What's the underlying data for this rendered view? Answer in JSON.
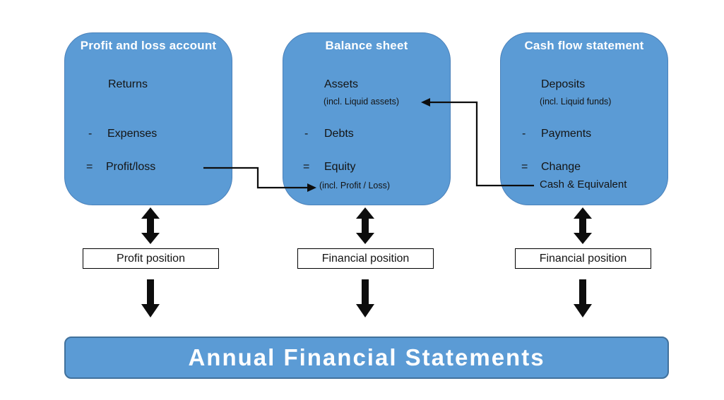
{
  "colors": {
    "panel_blue": "#5b9bd5",
    "panel_border": "#4a81ba",
    "footer_border": "#41719c",
    "arrow_black": "#0d0d0d",
    "text_dark": "#141414",
    "text_white": "#ffffff"
  },
  "panels": [
    {
      "title": "Profit and loss account",
      "row1": {
        "label": "Returns"
      },
      "row2": {
        "prefix": "-",
        "label": "Expenses"
      },
      "row3": {
        "prefix": "=",
        "label": "Profit/loss"
      },
      "position_label": "Profit position"
    },
    {
      "title": "Balance sheet",
      "row1": {
        "label": "Assets",
        "note": "(incl. Liquid assets)"
      },
      "row2": {
        "prefix": "-",
        "label": "Debts"
      },
      "row3": {
        "prefix": "=",
        "label": "Equity",
        "note": "(incl. Profit / Loss)"
      },
      "position_label": "Financial position"
    },
    {
      "title": "Cash flow statement",
      "row1": {
        "label": "Deposits",
        "note": "(incl. Liquid funds)"
      },
      "row2": {
        "prefix": "-",
        "label": "Payments"
      },
      "row3": {
        "prefix": "=",
        "label": "Change",
        "subline": "Cash & Equivalent"
      },
      "position_label": "Financial position"
    }
  ],
  "footer": {
    "label": "Annual Financial Statements"
  }
}
